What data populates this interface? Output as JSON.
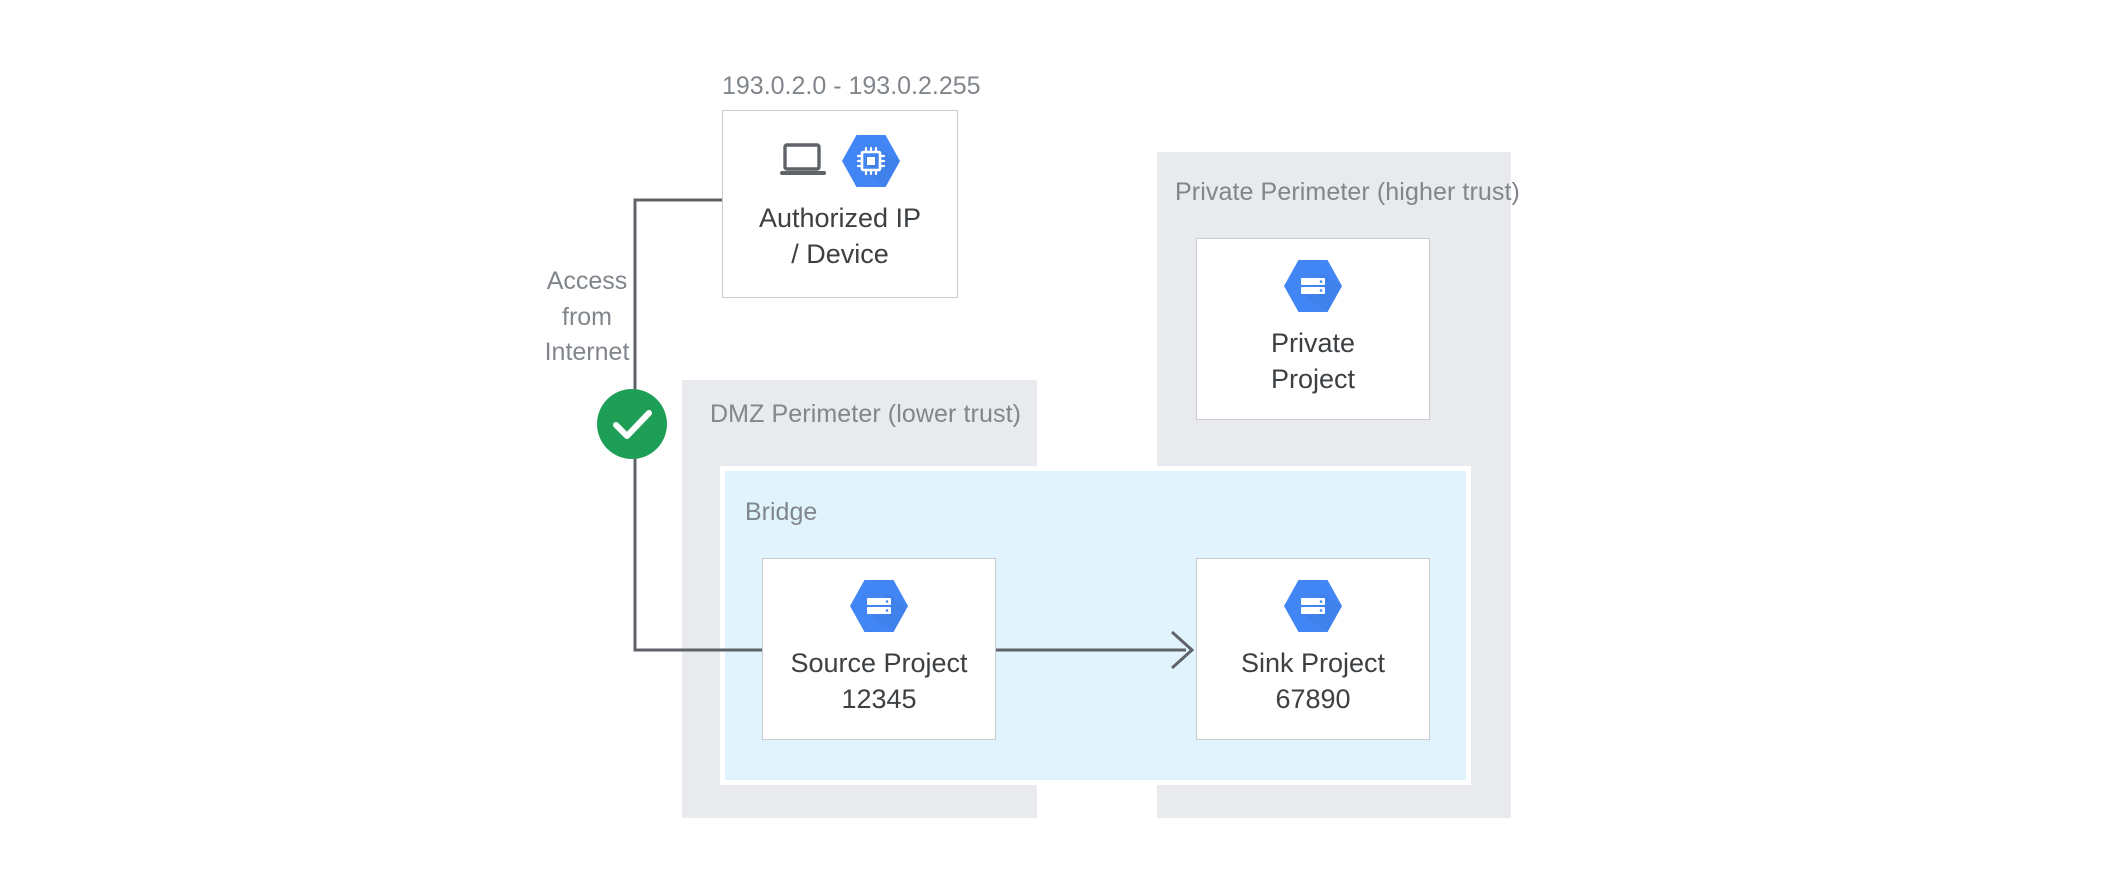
{
  "diagram": {
    "title": "VPC Service Controls bridge perimeter topology",
    "background": "#ffffff"
  },
  "colors": {
    "perimeter_fill": "#e8eaed",
    "bridge_fill": "#e1f4fd",
    "card_border": "#c9ccce",
    "label_gray": "#80868b",
    "text_dark": "#3c4043",
    "connector_gray": "#5f6368",
    "allow_green": "#1e9e57",
    "gcp_blue": "#4285f4",
    "gcp_blue_shadow": "#3f7ce0"
  },
  "labels": {
    "ip_range": "193.0.2.0 - 193.0.2.255",
    "access_from_internet": "Access\nfrom\nInternet",
    "dmz_perimeter": "DMZ Perimeter (lower trust)",
    "private_perimeter": "Private Perimeter (higher trust)",
    "bridge": "Bridge"
  },
  "nodes": {
    "authorized_device": {
      "label": "Authorized IP\n/ Device",
      "icons": [
        "laptop-icon",
        "compute-chip-hexagon-icon"
      ]
    },
    "private_project": {
      "label": "Private\nProject",
      "icons": [
        "project-server-hexagon-icon"
      ]
    },
    "source_project": {
      "label": "Source Project\n12345",
      "icons": [
        "project-server-hexagon-icon"
      ]
    },
    "sink_project": {
      "label": "Sink Project\n67890",
      "icons": [
        "project-server-hexagon-icon"
      ]
    }
  },
  "badges": {
    "allow": {
      "icon": "check-circle-icon",
      "color": "#1e9e57"
    }
  },
  "connectors": [
    {
      "name": "internet-to-device-and-source",
      "from": "internet",
      "to": [
        "authorized_device",
        "source_project"
      ],
      "style": "orthogonal",
      "arrowhead": false
    },
    {
      "name": "source-to-sink",
      "from": "source_project",
      "to": "sink_project",
      "style": "straight",
      "arrowhead": true
    }
  ]
}
